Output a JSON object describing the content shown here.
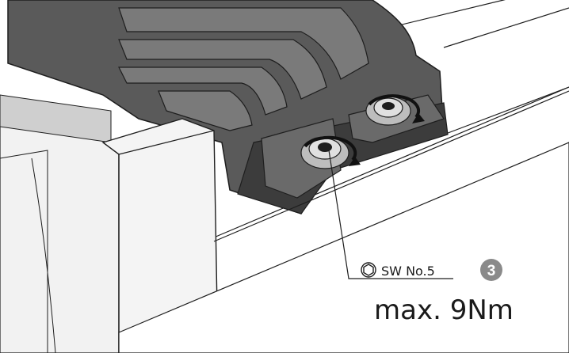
{
  "callout": {
    "tool_icon": "hex-socket-icon",
    "tool_label": "SW No.5",
    "step_number": "3",
    "step_badge_color": "#8a8a8a",
    "torque": "max. 9Nm"
  },
  "colors": {
    "dark_part": "#5a5a5a",
    "dark_part_shade": "#3c3c3c",
    "light_part": "#e8e8e8",
    "outline": "#1e1e1e"
  }
}
